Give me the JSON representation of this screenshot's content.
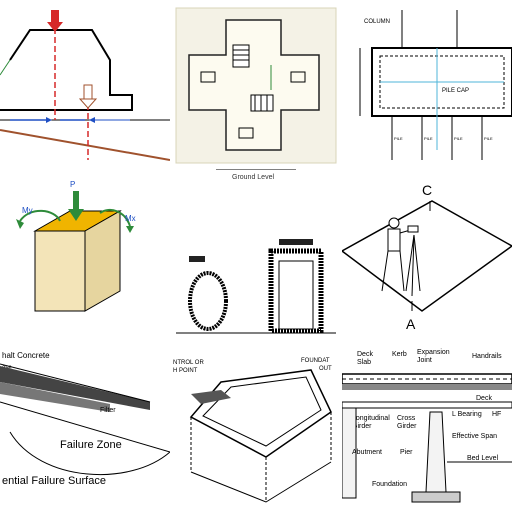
{
  "tiles": {
    "t1": {},
    "t2": {
      "caption": "Ground Level"
    },
    "t3": {
      "column": "COLUMN",
      "pile_cap": "PILE CAP",
      "pile_1": "PILE",
      "pile_2": "PILE",
      "pile_3": "PILE",
      "pile_4": "PILE"
    },
    "t4": {
      "p": "P",
      "my": "My",
      "mx": "Mx"
    },
    "t5": {},
    "t6": {
      "c": "C",
      "a": "A"
    },
    "t7": {
      "asphalt": "halt Concrete",
      "base": "ase",
      "filter": "Filter",
      "zone": "Failure Zone",
      "surface": "ential Failure Surface"
    },
    "t8": {
      "control_1": "NTROL OR",
      "control_2": "H POINT",
      "found_1": "FOUNDAT",
      "found_2": "OUT"
    },
    "t9": {
      "deck_slab_1": "Deck",
      "deck_slab_2": "Slab",
      "kerb": "Kerb",
      "exp_1": "Expansion",
      "exp_2": "Joint",
      "handrails": "Handrails",
      "deck": "Deck",
      "long_1": "Longitudinal",
      "long_2": "Girder",
      "cross_1": "Cross",
      "cross_2": "Girder",
      "bearing": "L Bearing",
      "hf": "HF",
      "eff_span": "Effective Span",
      "abutment": "Abutment",
      "pier": "Pier",
      "bed_level": "Bed Level",
      "foundation": "Foundation"
    }
  },
  "colors": {
    "red": "#d62828",
    "blue": "#1f4fc4",
    "brown": "#a0522d",
    "green": "#2e8b3a",
    "block_face": "#f3e4b8",
    "block_top": "#f0b400",
    "pile_line": "#4fb6d9"
  }
}
